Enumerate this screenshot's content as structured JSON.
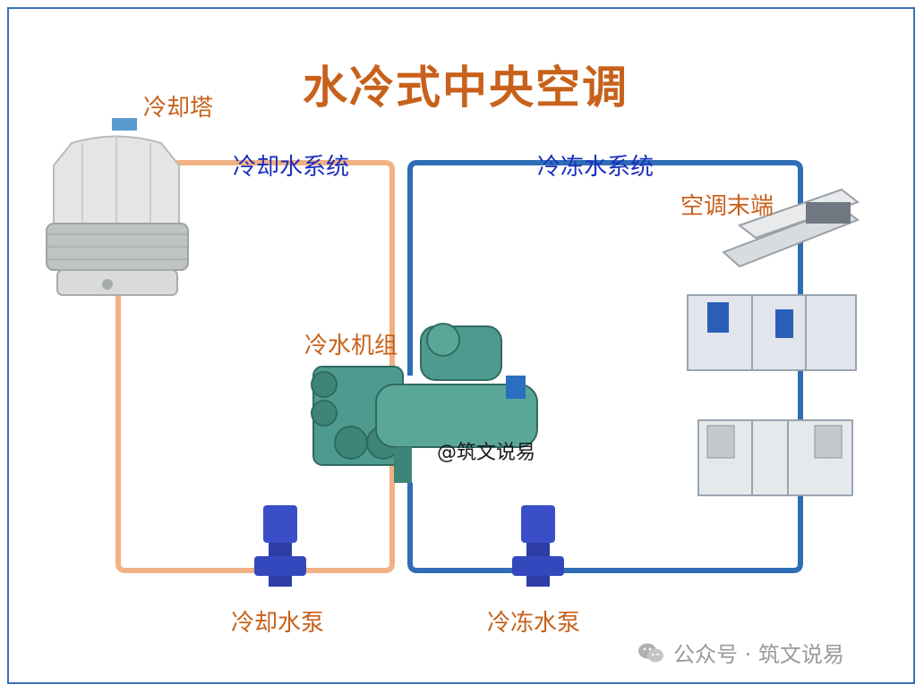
{
  "title": "水冷式中央空调",
  "labels": {
    "cooling_tower": "冷却塔",
    "cooling_water_system": "冷却水系统",
    "chilled_water_system": "冷冻水系统",
    "ac_terminal": "空调末端",
    "chiller_unit": "冷水机组",
    "cooling_water_pump": "冷却水泵",
    "chilled_water_pump": "冷冻水泵",
    "author_tag": "@筑文说易"
  },
  "watermark": {
    "text": "公众号 · 筑文说易",
    "icon": "wechat-icon"
  },
  "colors": {
    "title": "#c8611b",
    "cooling_loop": "#f2b184",
    "chilled_loop": "#2f6db5",
    "border": "#3a6fb7",
    "label_orange": "#c8611b",
    "label_blue": "#1a2fbf"
  }
}
